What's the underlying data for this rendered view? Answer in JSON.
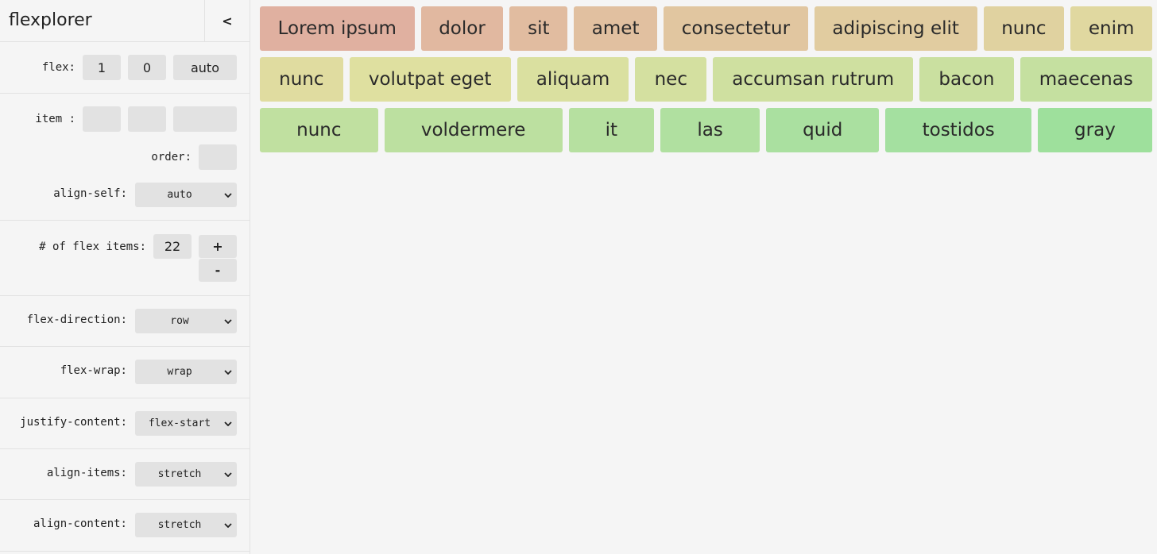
{
  "sidebar": {
    "title": "flexplorer",
    "collapse_label": "<",
    "flex": {
      "label": "flex:",
      "grow": "1",
      "shrink": "0",
      "basis": "auto"
    },
    "item": {
      "label": "item :",
      "grow": "",
      "shrink": "",
      "basis": "",
      "order_label": "order:",
      "order": "",
      "align_self_label": "align-self:",
      "align_self": "auto"
    },
    "count": {
      "label": "# of flex items:",
      "value": "22",
      "plus": "+",
      "minus": "-"
    },
    "flex_direction": {
      "label": "flex-direction:",
      "value": "row"
    },
    "flex_wrap": {
      "label": "flex-wrap:",
      "value": "wrap"
    },
    "justify_content": {
      "label": "justify-content:",
      "value": "flex-start"
    },
    "align_items": {
      "label": "align-items:",
      "value": "stretch"
    },
    "align_content": {
      "label": "align-content:",
      "value": "stretch"
    }
  },
  "rows": [
    [
      {
        "label": "Lorem ipsum",
        "color": "#e0b0a0"
      },
      {
        "label": "dolor",
        "color": "#e1b8a0"
      },
      {
        "label": "sit",
        "color": "#e1bca0"
      },
      {
        "label": "amet",
        "color": "#e1c0a0"
      },
      {
        "label": "consectetur",
        "color": "#e1c6a0"
      },
      {
        "label": "adipiscing elit",
        "color": "#e1cca0"
      },
      {
        "label": "nunc",
        "color": "#e0d2a0"
      },
      {
        "label": "enim",
        "color": "#e0d8a0"
      }
    ],
    [
      {
        "label": "nunc",
        "color": "#e0dca0"
      },
      {
        "label": "volutpat eget",
        "color": "#dfe0a0"
      },
      {
        "label": "aliquam",
        "color": "#dae0a0"
      },
      {
        "label": "nec",
        "color": "#d4e0a0"
      },
      {
        "label": "accumsan rutrum",
        "color": "#cfe0a0"
      },
      {
        "label": "bacon",
        "color": "#cae0a0"
      },
      {
        "label": "maecenas",
        "color": "#c5e0a0"
      }
    ],
    [
      {
        "label": "nunc",
        "color": "#c0e0a0"
      },
      {
        "label": "voldermere",
        "color": "#bce0a0"
      },
      {
        "label": "it",
        "color": "#b6e0a0"
      },
      {
        "label": "las",
        "color": "#b0e0a0"
      },
      {
        "label": "quid",
        "color": "#aae0a0"
      },
      {
        "label": "tostidos",
        "color": "#a4e0a0"
      },
      {
        "label": "gray",
        "color": "#9ee09c"
      }
    ]
  ]
}
